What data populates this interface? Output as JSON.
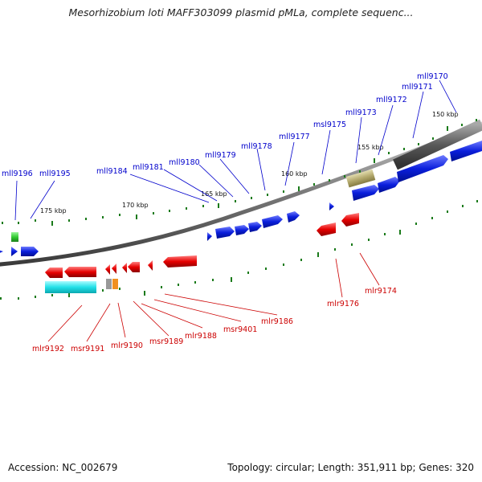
{
  "title": "Mesorhizobium loti MAFF303099 plasmid pMLa, complete sequenc...",
  "accession": "Accession: NC_002679",
  "summary": "Topology: circular; Length: 351,911 bp; Genes: 320",
  "colors": {
    "forward": "#0a1edc",
    "reverse": "#e60000",
    "label_forward": "#0000cc",
    "label_reverse": "#cc0000",
    "backbone": "#7a7a7a",
    "tick": "#1a7a1a",
    "cyan": "#22e0e8",
    "olive": "#b4aa6e",
    "gray_feature": "#666666",
    "green_feature": "#33cc33",
    "orange_feature": "#f09020"
  },
  "kbp_labels": [
    "150 kbp",
    "155 kbp",
    "160 kbp",
    "165 kbp",
    "170 kbp",
    "175 kbp"
  ],
  "forward_genes": [
    "mll9196",
    "mll9195",
    "mll9184",
    "mll9181",
    "mll9180",
    "mll9179",
    "mll9178",
    "mll9177",
    "msl9175",
    "mll9173",
    "mll9172",
    "mll9171",
    "mll9170"
  ],
  "reverse_genes": [
    "mlr9192",
    "msr9191",
    "mlr9190",
    "msr9189",
    "mlr9188",
    "msr9401",
    "mlr9186",
    "mlr9176",
    "mlr9174"
  ]
}
